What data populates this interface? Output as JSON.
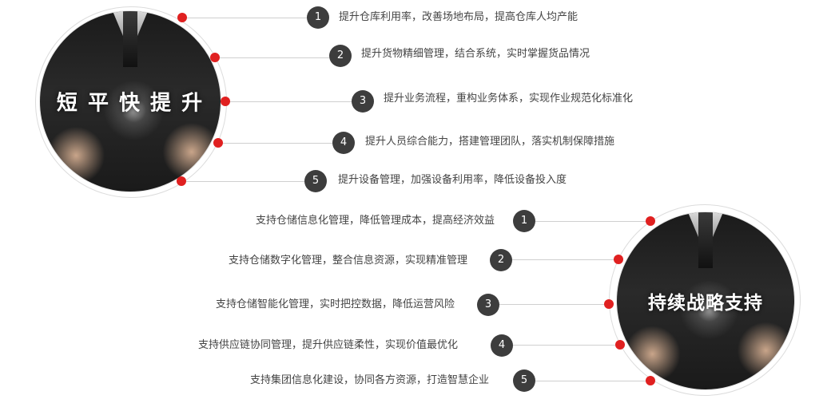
{
  "top_section": {
    "title": "短 平 快 提 升",
    "items": [
      {
        "num": "1",
        "text": "提升仓库利用率，改善场地布局，提高仓库人均产能"
      },
      {
        "num": "2",
        "text": "提升货物精细管理，结合系统，实时掌握货品情况"
      },
      {
        "num": "3",
        "text": "提升业务流程，重构业务体系，实现作业规范化标准化"
      },
      {
        "num": "4",
        "text": "提升人员综合能力，搭建管理团队，落实机制保障措施"
      },
      {
        "num": "5",
        "text": "提升设备管理，加强设备利用率，降低设备投入度"
      }
    ]
  },
  "bottom_section": {
    "title": "持续战略支持",
    "items": [
      {
        "num": "1",
        "text": "支持仓储信息化管理，降低管理成本，提高经济效益"
      },
      {
        "num": "2",
        "text": "支持仓储数字化管理，整合信息资源，实现精准管理"
      },
      {
        "num": "3",
        "text": "支持仓储智能化管理，实时把控数据，降低运营风险"
      },
      {
        "num": "4",
        "text": "支持供应链协同管理，提升供应链柔性，实现价值最优化"
      },
      {
        "num": "5",
        "text": "支持集团信息化建设，协同各方资源，打造智慧企业"
      }
    ]
  },
  "colors": {
    "dot": "#e02020",
    "badge": "#3d3d3d",
    "line": "#cfcfcf",
    "text": "#444444"
  }
}
